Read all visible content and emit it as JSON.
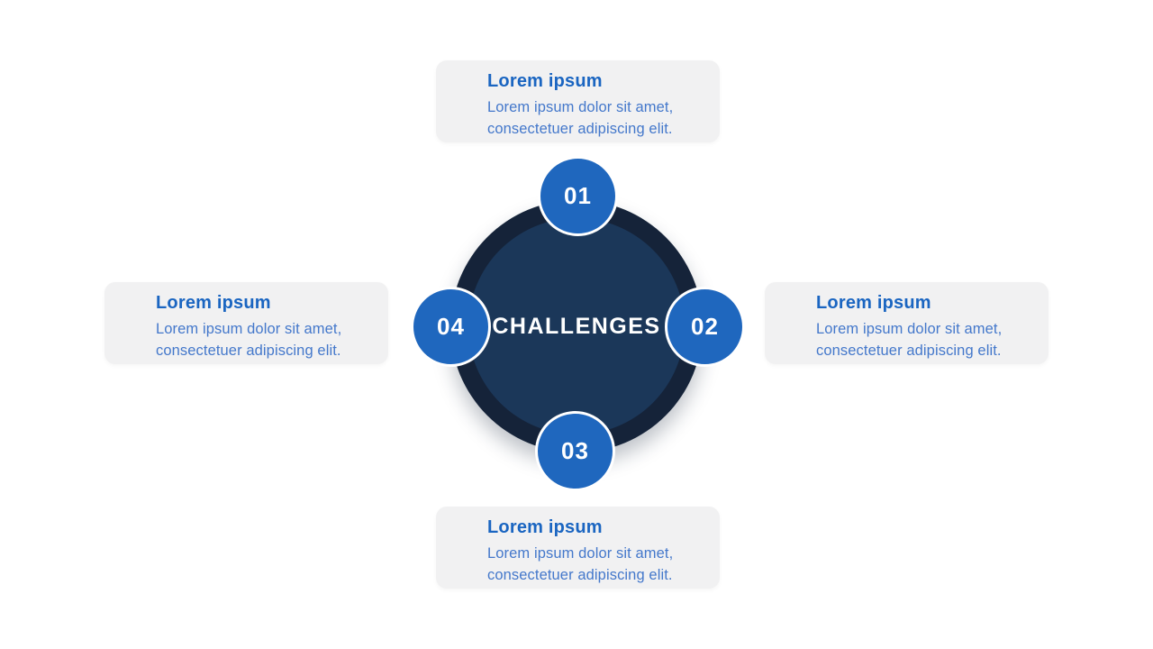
{
  "slide": {
    "title": "CHALLENGES infographic slide",
    "center": {
      "label": "CHALLENGES"
    },
    "colors": {
      "page_bg": "#ffffff",
      "ring": "#152339",
      "inner": "#1b3759",
      "node": "#1f67be",
      "node_border": "#ffffff",
      "card_bg": "#f1f1f2",
      "title": "#1a65c1",
      "body": "#4478cb",
      "center_text": "#ffffff"
    },
    "nodes": [
      {
        "number": "01",
        "position": "top"
      },
      {
        "number": "02",
        "position": "right"
      },
      {
        "number": "03",
        "position": "bottom"
      },
      {
        "number": "04",
        "position": "left"
      }
    ],
    "cards": [
      {
        "position": "top",
        "title": "Lorem ipsum",
        "lines": [
          "Lorem ipsum dolor sit amet,",
          "consectetuer adipiscing elit."
        ]
      },
      {
        "position": "right",
        "title": "Lorem ipsum",
        "lines": [
          "Lorem ipsum dolor sit amet,",
          "consectetuer adipiscing elit."
        ]
      },
      {
        "position": "bottom",
        "title": "Lorem ipsum",
        "lines": [
          "Lorem ipsum dolor sit amet,",
          "consectetuer adipiscing elit."
        ]
      },
      {
        "position": "left",
        "title": "Lorem ipsum",
        "lines": [
          "Lorem ipsum dolor sit amet,",
          "consectetuer adipiscing elit."
        ]
      }
    ]
  }
}
